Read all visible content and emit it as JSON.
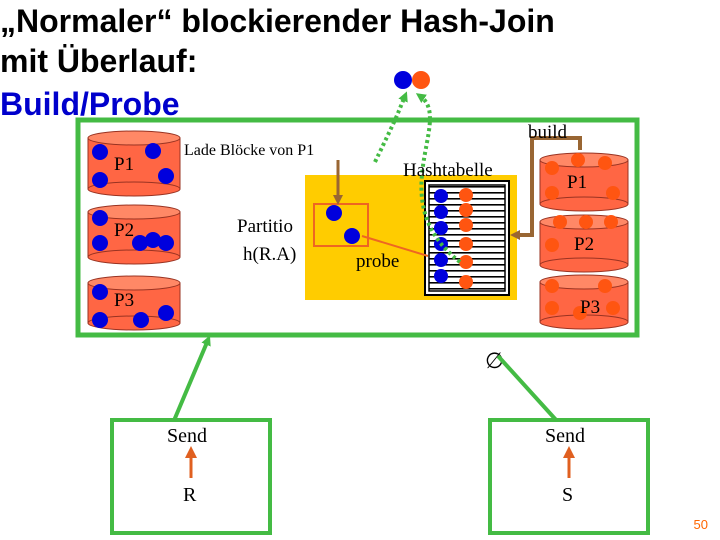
{
  "title": {
    "line1": "„Normaler“ blockierender Hash-Join",
    "line2": "mit Überlauf:",
    "line3": "Build/Probe"
  },
  "left_disks": [
    "P1",
    "P2",
    "P3"
  ],
  "right_disks": [
    "P1",
    "P2",
    "P3"
  ],
  "labels": {
    "lade": "Lade Blöcke von P1",
    "partition_1": "Partitio",
    "partition_2": "h(R.A)",
    "hashtabelle": "Hashtabelle",
    "build": "build",
    "probe": "probe",
    "empty_set": "∅"
  },
  "nodes": {
    "left": {
      "top": "Send",
      "bottom": "R"
    },
    "right": {
      "top": "Send",
      "bottom": "S"
    }
  },
  "page_number": "50",
  "colors": {
    "frame": "#44bb44",
    "disk_fill": "#ff6644",
    "blue_dot": "#0000dd",
    "orange_dot": "#ff5511",
    "partition_box": "#ffcc00",
    "highlight": "#66ccff",
    "arrow_brown": "#996633",
    "node_arrow": "#e06020",
    "title_blue": "#0000cc"
  }
}
